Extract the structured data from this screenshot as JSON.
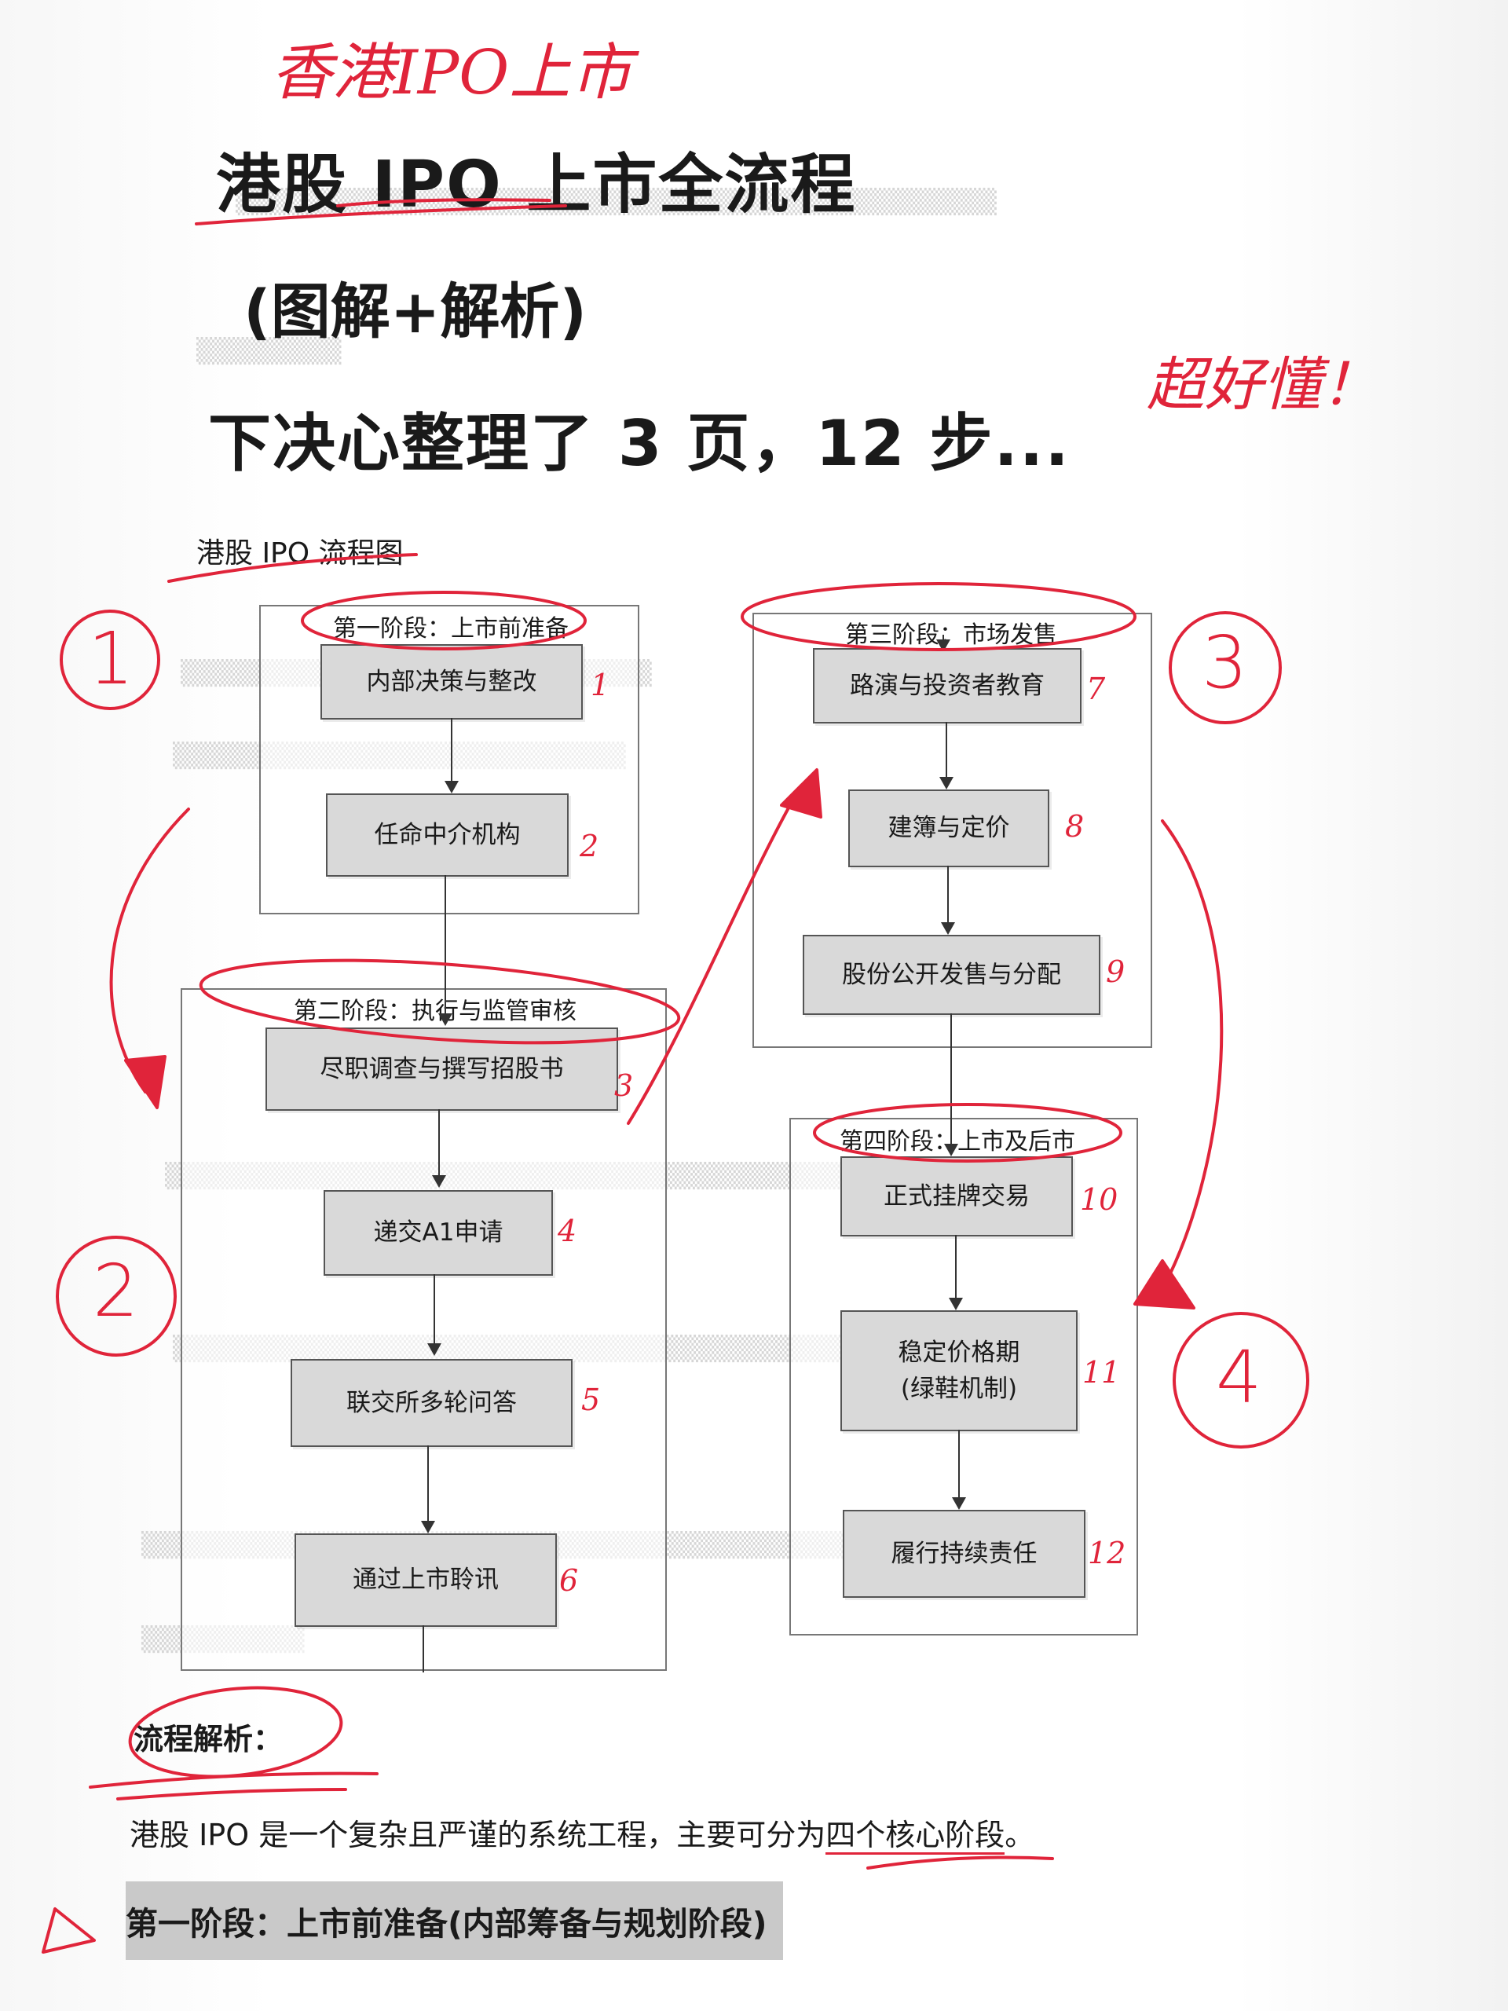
{
  "handwritten": {
    "header_note": "香港IPO上市",
    "side_note": "超好懂！",
    "circled_numbers": [
      "1",
      "2",
      "3",
      "4"
    ],
    "step_numbers": [
      "1",
      "2",
      "3",
      "4",
      "5",
      "6",
      "7",
      "8",
      "9",
      "10",
      "11",
      "12"
    ]
  },
  "title": {
    "line1": "港股 IPO 上市全流程",
    "line2": "(图解+解析)",
    "line3": "下决心整理了 3 页，12 步..."
  },
  "flowchart": {
    "label": "港股 IPO 流程图",
    "stages": [
      {
        "label": "第一阶段：上市前准备",
        "steps": [
          "内部决策与整改",
          "任命中介机构"
        ]
      },
      {
        "label": "第二阶段：执行与监管审核",
        "steps": [
          "尽职调查与撰写招股书",
          "递交A1申请",
          "联交所多轮问答",
          "通过上市聆讯"
        ]
      },
      {
        "label": "第三阶段：市场发售",
        "steps": [
          "路演与投资者教育",
          "建簿与定价",
          "股份公开发售与分配"
        ]
      },
      {
        "label": "第四阶段：上市及后市",
        "steps": [
          "正式挂牌交易",
          "稳定价格期\n(绿鞋机制)",
          "履行持续责任"
        ]
      }
    ]
  },
  "analysis": {
    "title": "流程解析：",
    "intro_before": "港股 IPO 是一个复杂且严谨的系统工程，主要可分为",
    "intro_highlight": "四个核心阶段",
    "intro_after": "。",
    "phase1_heading": "第一阶段：上市前准备(内部筹备与规划阶段)"
  },
  "colors": {
    "ink_red": "#e0243a",
    "box_gray": "#d9d9d9",
    "heading_bg": "#c9c9c9"
  }
}
